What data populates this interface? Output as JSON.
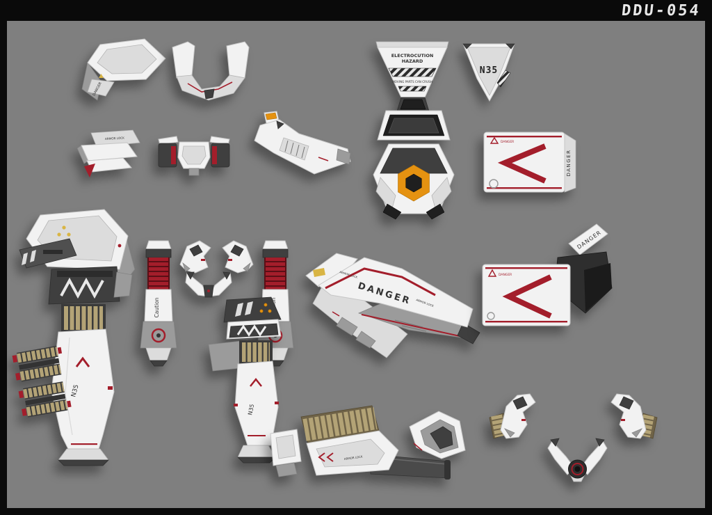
{
  "header": {
    "title": "DDU-054"
  },
  "labels": {
    "danger": "DANGER",
    "caution": "Caution",
    "n35": "N35",
    "armor_lock": "ARMOR LOCK",
    "electrocution_line1": "ELECTROCUTION",
    "electrocution_line2": "HAZARD",
    "moving_parts": "MOVING PARTS CAN CRUSH"
  },
  "colors": {
    "frame": "#0a0a0a",
    "background": "#7f7f7f",
    "title_color": "#e8e8e8",
    "part_white": "#f2f2f2",
    "part_light": "#dcdcdc",
    "part_mid": "#9b9b9b",
    "part_dark": "#3f3f3f",
    "part_black": "#1f1f1f",
    "accent_red": "#a31e2b",
    "accent_orange": "#e59211",
    "accent_tan": "#b3a376",
    "accent_yellow": "#d9b544"
  }
}
